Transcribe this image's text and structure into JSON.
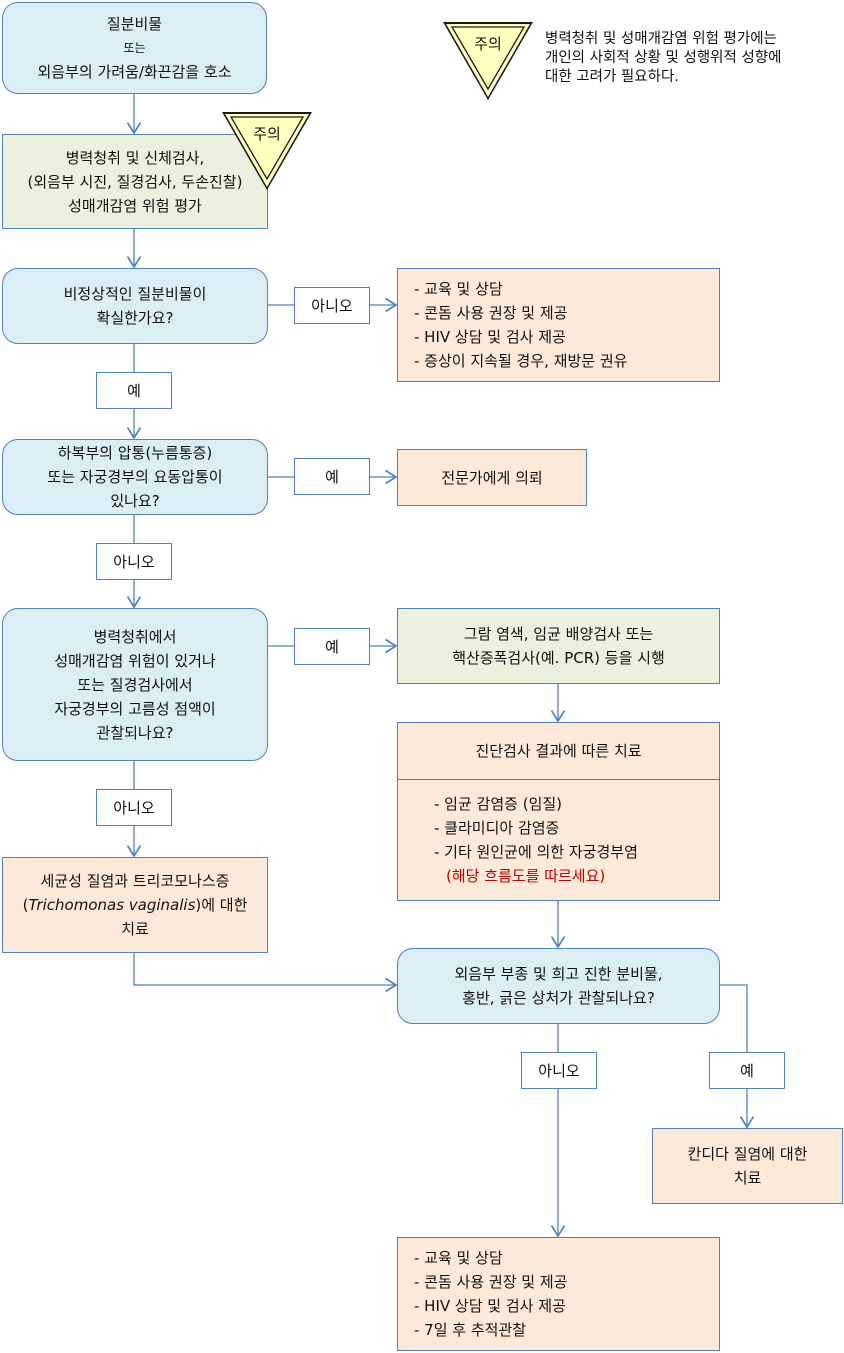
{
  "start": {
    "line1": "질분비물",
    "line2": "또는",
    "line3": "외음부의 가려움/화끈감을 호소"
  },
  "caution": {
    "label": "주의",
    "note": [
      "병력청취 및 성매개감염 위험 평가에는",
      "개인의 사회적 상황 및 성행위적 성향에",
      "대한 고려가 필요하다."
    ]
  },
  "assess": [
    "병력청취 및 신체검사,",
    "(외음부 시진, 질경검사, 두손진찰)",
    "성매개감염 위험 평가"
  ],
  "q1": [
    "비정상적인 질분비물이",
    "확실한가요?"
  ],
  "q1_no": {
    "label": "아니오",
    "items": [
      "- 교육 및 상담",
      "- 콘돔 사용 권장 및 제공",
      "- HIV 상담 및 검사 제공",
      "- 증상이 지속될 경우, 재방문 권유"
    ]
  },
  "q1_yes": "예",
  "q2": [
    "하복부의 압통(누름통증)",
    "또는 자궁경부의 요동압통이",
    "있나요?"
  ],
  "q2_yes": {
    "label": "예",
    "action": "전문가에게 의뢰"
  },
  "q2_no": "아니오",
  "q3": [
    "병력청취에서",
    "성매개감염 위험이 있거나",
    "또는 질경검사에서",
    "자궁경부의 고름성 점액이",
    "관찰되나요?"
  ],
  "q3_yes": {
    "label": "예",
    "action": [
      "그람 염색, 임균 배양검사 또는",
      "핵산증폭검사(예. PCR) 등을 시행"
    ]
  },
  "treat": {
    "title": "진단검사 결과에 따른 치료",
    "items": [
      "- 임균 감염증 (임질)",
      "- 클라미디아 감염증",
      "- 기타 원인균에 의한 자궁경부염"
    ],
    "note": "(해당 흐름도를 따르세요)"
  },
  "q3_no": "아니오",
  "bv": {
    "line1": "세균성 질염과 트리코모나스증",
    "italic": "Trichomonas vaginalis",
    "after": ")에 대한",
    "open": "(",
    "line3": "치료"
  },
  "q4": [
    "외음부 부종 및 희고 진한 분비물,",
    "홍반, 긁은 상처가 관찰되나요?"
  ],
  "q4_no": {
    "label": "아니오",
    "items": [
      "- 교육 및 상담",
      "- 콘돔 사용 권장 및 제공",
      "- HIV 상담 및 검사 제공",
      "- 7일 후 추적관찰"
    ]
  },
  "q4_yes": {
    "label": "예",
    "action": [
      "칸디다 질염에 대한",
      "치료"
    ]
  }
}
